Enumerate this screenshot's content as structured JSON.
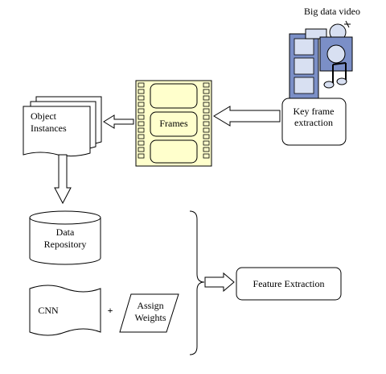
{
  "diagram": {
    "source_label": "Big data video",
    "keyframe": {
      "line1": "Key frame",
      "line2": "extraction"
    },
    "frames_label": "Frames",
    "object_instances": {
      "line1": "Object",
      "line2": "Instances"
    },
    "data_repository": {
      "line1": "Data",
      "line2": "Repository"
    },
    "cnn_label": "CNN",
    "plus_label": "+",
    "assign_weights": {
      "line1": "Assign",
      "line2": "Weights"
    },
    "feature_extraction_label": "Feature Extraction"
  },
  "colors": {
    "film_fill": "#ffffcc",
    "film_edge": "#000000",
    "video_icon_film": "#7b8fc7",
    "video_icon_light": "#d8e0f2",
    "stroke": "#000000"
  }
}
